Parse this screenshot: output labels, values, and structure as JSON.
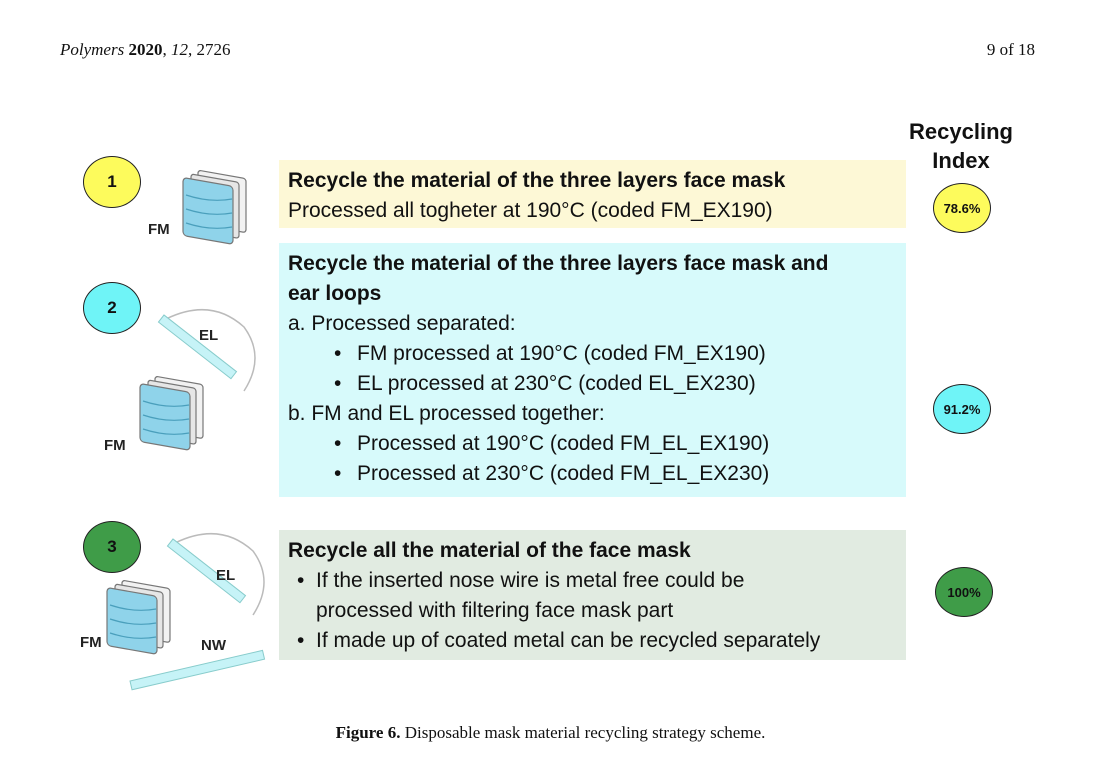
{
  "header": {
    "journal": "Polymers",
    "year": "2020",
    "volume": "12",
    "article": "2726",
    "page": "9 of 18"
  },
  "scheme": {
    "index_header_line1": "Recycling",
    "index_header_line2": "Index",
    "rows": [
      {
        "number": "1",
        "circle_color": "#fdfb5c",
        "labels": {
          "fm": "FM"
        },
        "title": "Recycle the material of the three layers face mask",
        "text": "Processed all togheter at 190°C (coded FM_EX190)",
        "index": "78.6%",
        "index_color": "#fdfb5c"
      },
      {
        "number": "2",
        "circle_color": "#6ff4f7",
        "labels": {
          "el": "EL",
          "fm": "FM"
        },
        "title_line1": "Recycle the material of the three layers face mask and",
        "title_line2": "ear loops",
        "a": "a. Processed separated:",
        "a_items": [
          "FM processed at 190°C (coded FM_EX190)",
          "EL processed at 230°C (coded EL_EX230)"
        ],
        "b": "b. FM and EL processed  together:",
        "b_items": [
          "Processed at 190°C (coded FM_EL_EX190)",
          "Processed at 230°C (coded FM_EL_EX230)"
        ],
        "index": "91.2%",
        "index_color": "#6ff4f7"
      },
      {
        "number": "3",
        "circle_color": "#3f9c48",
        "labels": {
          "el": "EL",
          "fm": "FM",
          "nw": "NW"
        },
        "title": "Recycle all the material of the face mask",
        "item1_line1": "If the inserted nose wire is metal free could be",
        "item1_line2": "processed with filtering face mask part",
        "item2": "If made up of coated metal can be recycled separately",
        "index": "100%",
        "index_color": "#3f9c48"
      }
    ]
  },
  "caption": {
    "label": "Figure 6.",
    "text": "Disposable mask material recycling strategy scheme."
  }
}
